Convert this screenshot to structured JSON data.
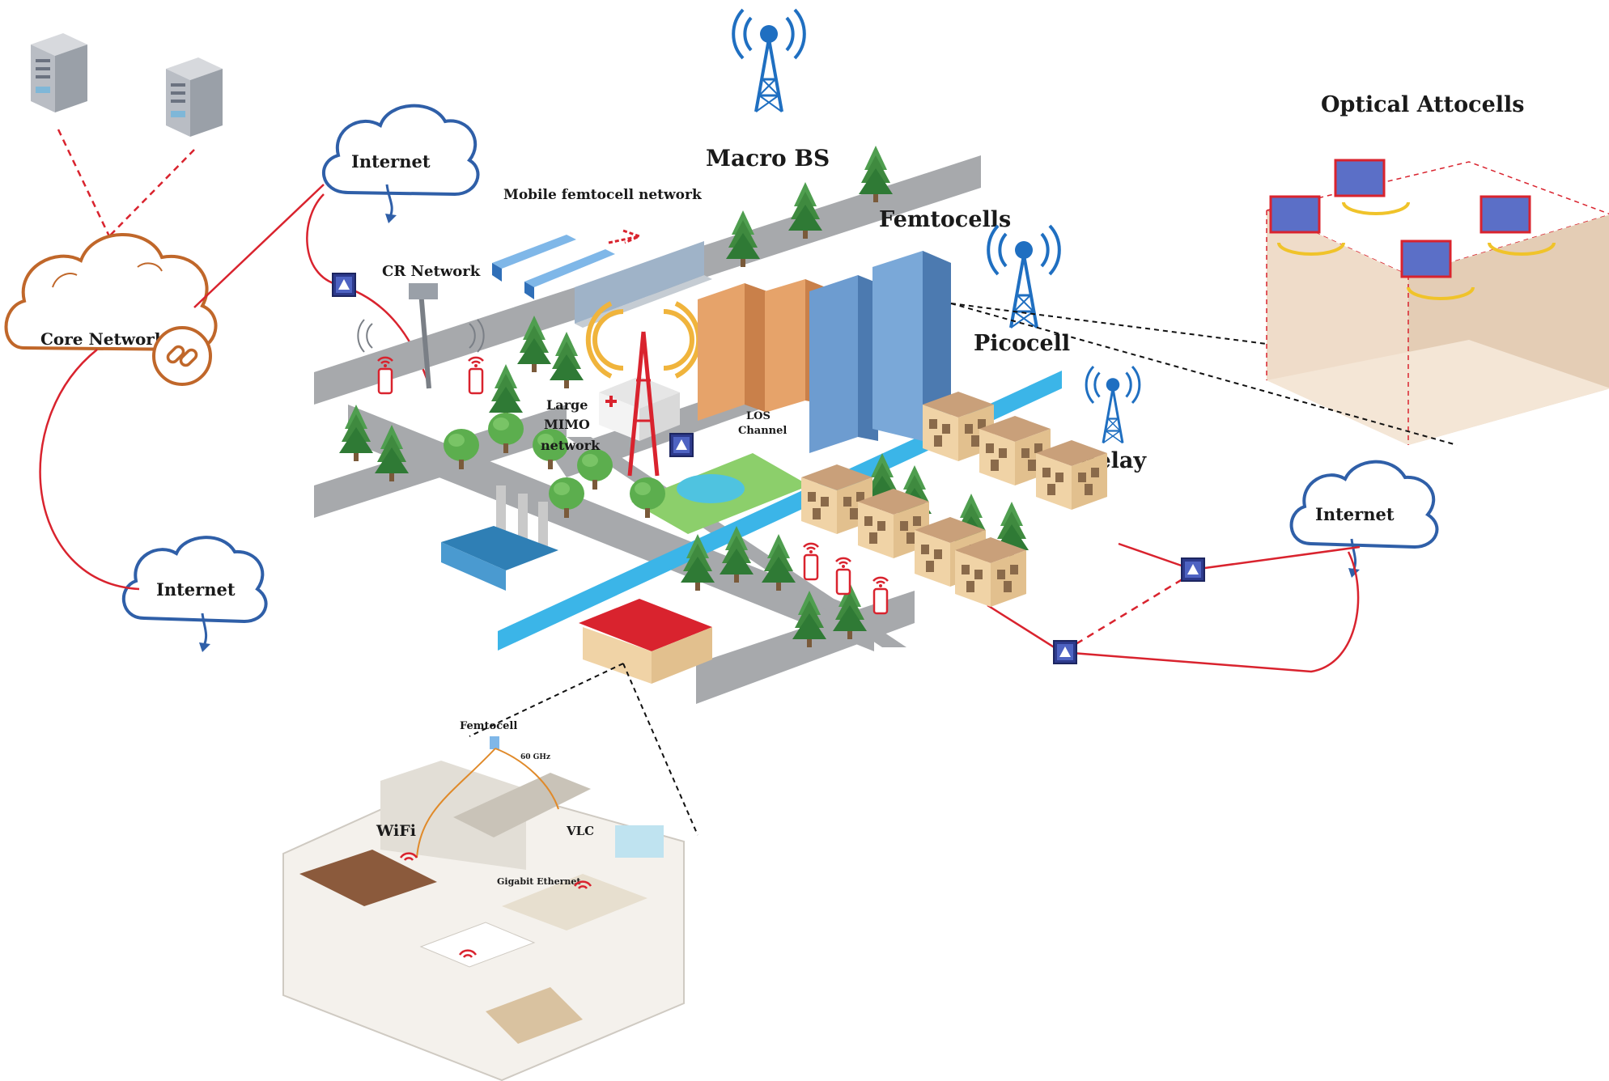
{
  "labels": {
    "internet_top": "Internet",
    "internet_bottom_left": "Internet",
    "internet_right": "Internet",
    "core_network": "Core Network",
    "cr_network": "CR Network",
    "mobile_femtocell": "Mobile femtocell network",
    "macro_bs": "Macro BS",
    "femtocells": "Femtocells",
    "picocell": "Picocell",
    "relay": "Relay",
    "optical_attocells": "Optical Attocells",
    "large_mimo_1": "Large",
    "large_mimo_2": "MIMO",
    "large_mimo_3": "network",
    "los_1": "LOS",
    "los_2": "Channel",
    "home_femtocell": "Femtocell",
    "home_60ghz": "60 GHz",
    "home_wifi": "WiFi",
    "home_vlc": "VLC",
    "home_ethernet": "Gigabit Ethernet"
  },
  "colors": {
    "link_red": "#d9232e",
    "cloud_blue": "#2f5fa8",
    "cloud_orange": "#c0672a",
    "antenna_blue": "#1f6fc1",
    "road_gray": "#a7a9ac",
    "river_blue": "#3bb5e8",
    "tree_green": "#4a9a4a",
    "router_navy": "#2d3a8c",
    "building_tan": "#e9c89a",
    "skyscraper_blue": "#5f8fc4"
  },
  "icons": [
    "server-icon",
    "cloud-icon",
    "link-icon",
    "router-icon",
    "antenna-tower-icon",
    "phone-wifi-icon",
    "signal-waves-icon"
  ]
}
